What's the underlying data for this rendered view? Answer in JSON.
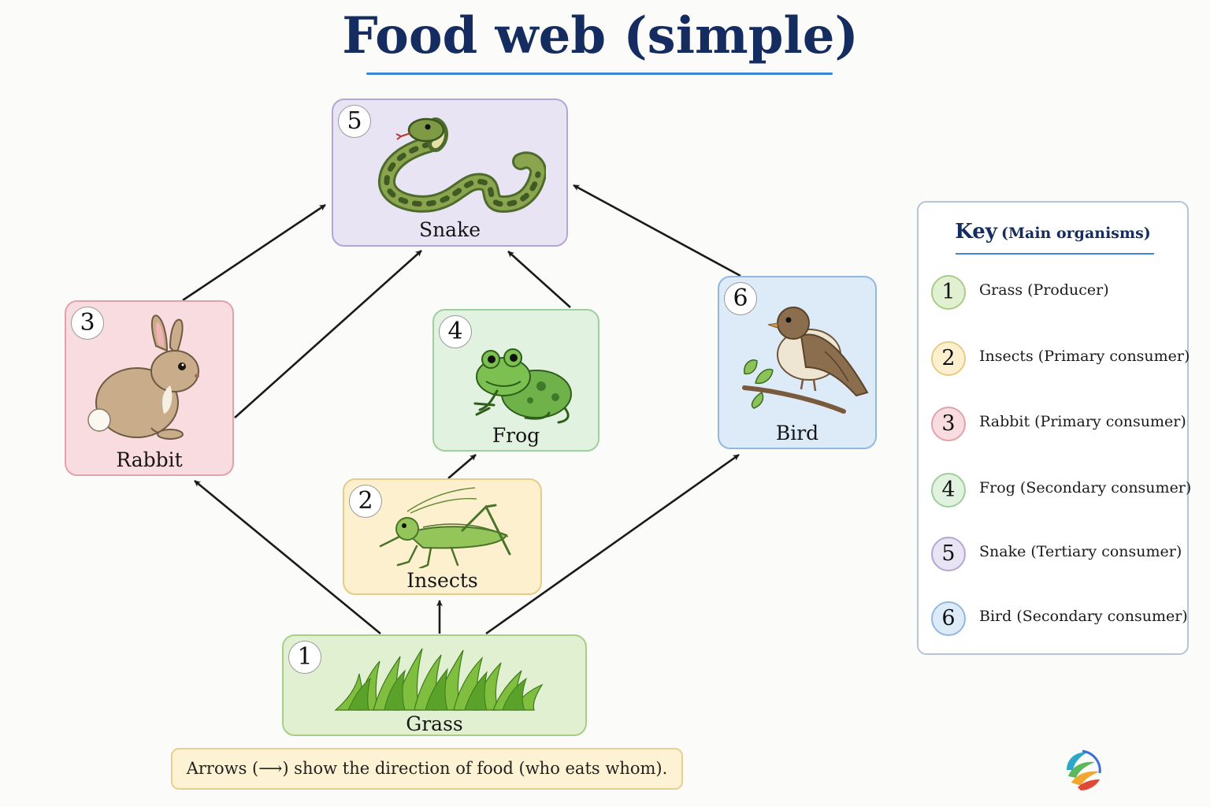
{
  "title": "Food web (simple)",
  "nodes": {
    "snake": {
      "num": "5",
      "label": "Snake"
    },
    "rabbit": {
      "num": "3",
      "label": "Rabbit"
    },
    "frog": {
      "num": "4",
      "label": "Frog"
    },
    "bird": {
      "num": "6",
      "label": "Bird"
    },
    "insects": {
      "num": "2",
      "label": "Insects"
    },
    "grass": {
      "num": "1",
      "label": "Grass"
    }
  },
  "note": "Arrows (⟶) show the direction of food (who eats whom).",
  "key": {
    "title": "Key",
    "subtitle": "(Main organisms)",
    "items": [
      {
        "num": "1",
        "text": "Grass (Producer)",
        "color": "#e2f0d2",
        "border": "#a7cd87"
      },
      {
        "num": "2",
        "text": "Insects (Primary consumer)",
        "color": "#fdf0cf",
        "border": "#e6cc87"
      },
      {
        "num": "3",
        "text": "Rabbit (Primary consumer)",
        "color": "#f8dce0",
        "border": "#e0a3ab"
      },
      {
        "num": "4",
        "text": "Frog (Secondary consumer)",
        "color": "#e2f2e0",
        "border": "#9fcf9c"
      },
      {
        "num": "5",
        "text": "Snake (Tertiary consumer)",
        "color": "#e9e4f4",
        "border": "#b3a6d4"
      },
      {
        "num": "6",
        "text": "Bird (Secondary consumer)",
        "color": "#ddebf8",
        "border": "#93b8df"
      }
    ]
  },
  "edges": [
    {
      "from": "grass",
      "to": "rabbit"
    },
    {
      "from": "grass",
      "to": "insects"
    },
    {
      "from": "grass",
      "to": "bird"
    },
    {
      "from": "insects",
      "to": "frog"
    },
    {
      "from": "rabbit",
      "to": "snake"
    },
    {
      "from": "rabbit",
      "to": "snake"
    },
    {
      "from": "frog",
      "to": "snake"
    },
    {
      "from": "bird",
      "to": "snake"
    }
  ],
  "icons": {
    "snake": "snake-illustration",
    "rabbit": "rabbit-illustration",
    "frog": "frog-illustration",
    "bird": "bird-illustration",
    "insects": "grasshopper-illustration",
    "grass": "grass-illustration",
    "logo": "globe-logo"
  }
}
